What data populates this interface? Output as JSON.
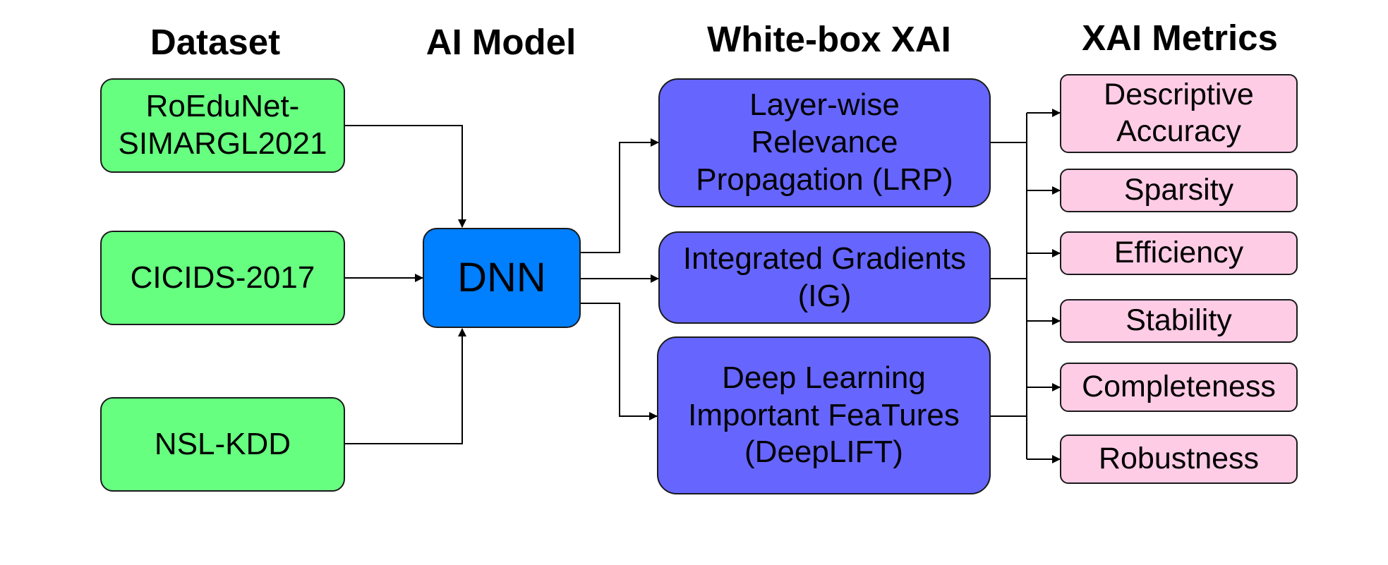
{
  "headers": {
    "dataset": "Dataset",
    "ai_model": "AI Model",
    "white_box_xai": "White-box XAI",
    "xai_metrics": "XAI Metrics"
  },
  "datasets": [
    "RoEduNet-\nSIMARGL2021",
    "CICIDS-2017",
    "NSL-KDD"
  ],
  "model": "DNN",
  "xai_methods": [
    "Layer-wise\nRelevance\nPropagation (LRP)",
    "Integrated Gradients\n(IG)",
    "Deep Learning\nImportant FeaTures\n(DeepLIFT)"
  ],
  "metrics": [
    "Descriptive\nAccuracy",
    "Sparsity",
    "Efficiency",
    "Stability",
    "Completeness",
    "Robustness"
  ],
  "colors": {
    "dataset_fill": "#66ff80",
    "model_fill": "#007fff",
    "xai_fill": "#6666ff",
    "metric_fill": "#ffcce6",
    "line": "#000000"
  }
}
